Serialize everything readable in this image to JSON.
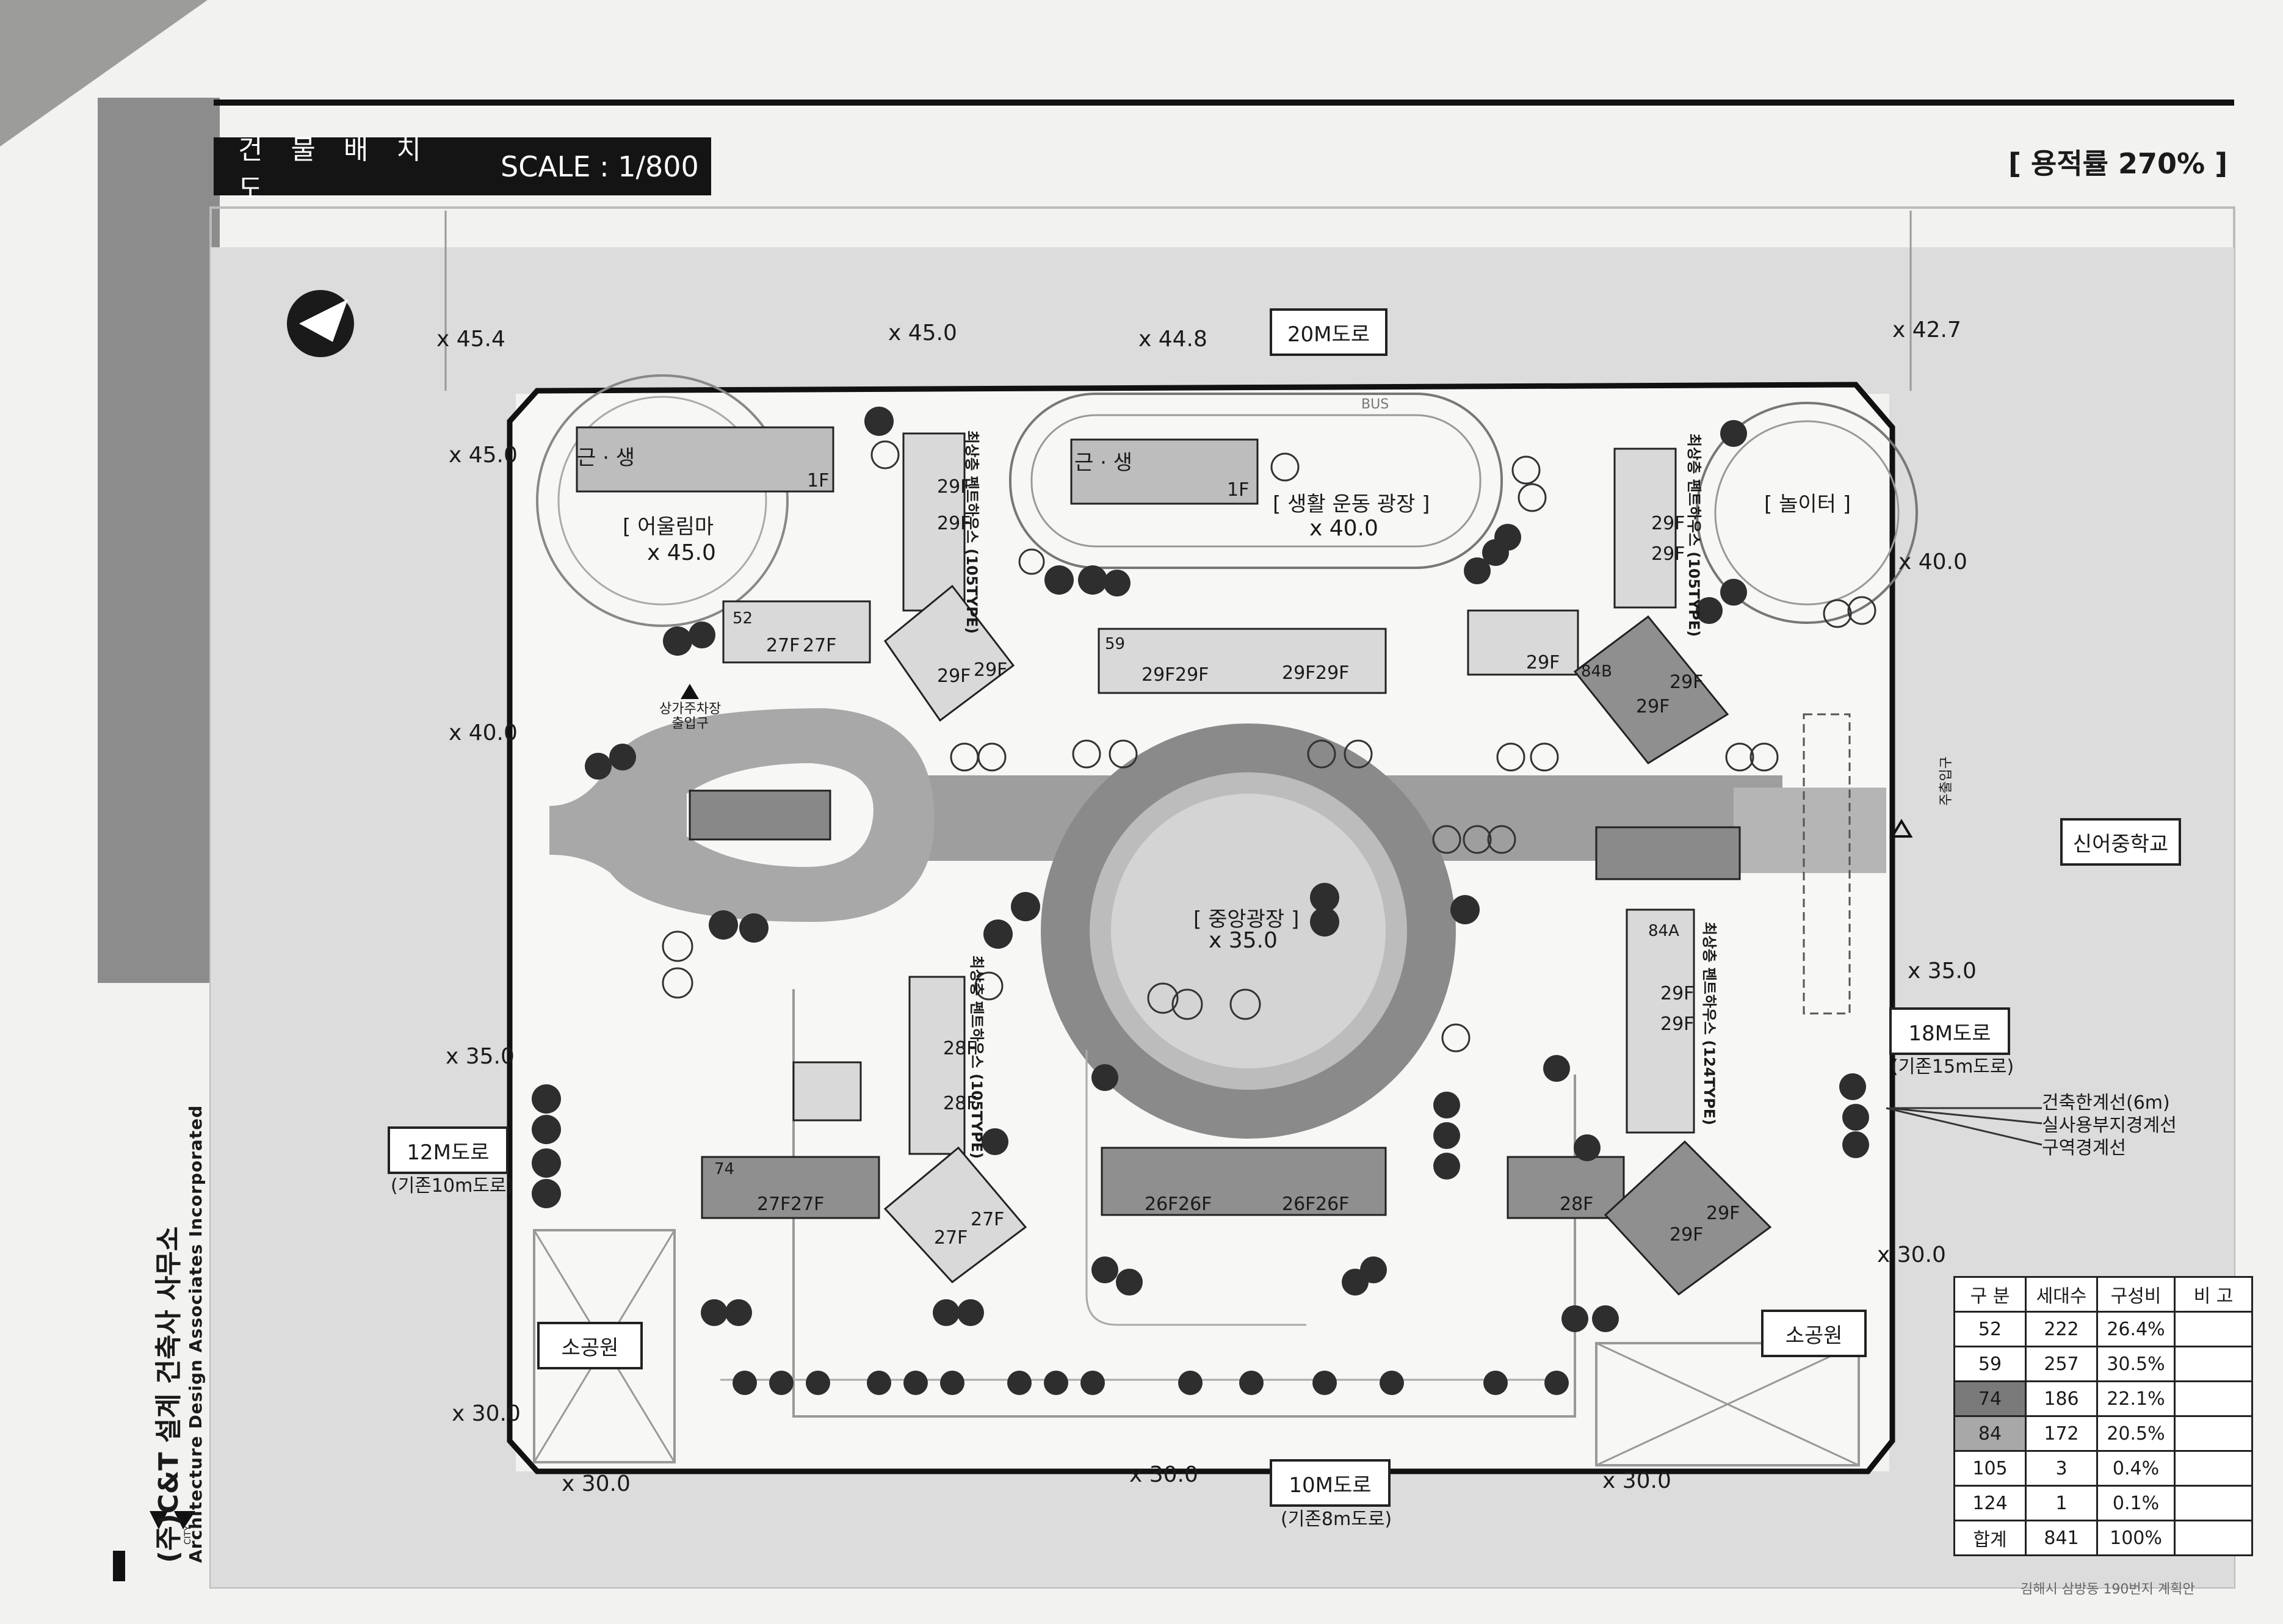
{
  "title": {
    "label": "건 물 배 치 도",
    "scale": "SCALE : 1/800"
  },
  "floor_area_ratio": "[ 용적률 270% ]",
  "company": {
    "name": "(주)C&T 설계 건축사 사무소",
    "english": "Architecture Design Associates Incorporated",
    "logo_text": "CITY"
  },
  "roads": {
    "north": {
      "label": "20M도로"
    },
    "east": {
      "label": "18M도로",
      "sub": "(기존15m도로)"
    },
    "west": {
      "label": "12M도로",
      "sub": "(기존10m도로)"
    },
    "south": {
      "label": "10M도로",
      "sub": "(기존8m도로)"
    }
  },
  "neighbors": {
    "school": "신어중학교"
  },
  "places": {
    "commercial1": "근 · 생",
    "commercial1_floor": "1F",
    "commercial2": "근 · 생",
    "commercial2_floor": "1F",
    "meeting": "[ 어울림마",
    "sports": "[ 생활 운동 광장 ]",
    "playground": "[ 놀이터 ]",
    "plaza": "[ 중앙광장 ]",
    "park_w": "소공원",
    "park_e": "소공원",
    "parking_entry": "상가주차장\n출입구",
    "main_entry": "주출입구",
    "bus": "BUS"
  },
  "elevations": {
    "n1": "x 45.4",
    "n2": "x 45.0",
    "n3": "x 44.8",
    "n4": "x 42.7",
    "w1": "x 45.0",
    "w2": "x 40.0",
    "w3": "x 35.0",
    "w4": "x 30.0",
    "e1": "x 40.0",
    "e2": "x 35.0",
    "e3": "x 30.0",
    "s1": "x 30.0",
    "s2": "x 30.0",
    "s3": "x 30.0",
    "meeting": "x 45.0",
    "sports": "x 40.0",
    "plaza": "x 35.0"
  },
  "buildings": {
    "nw_tower": "최상층 펜트하우스 (105TYPE)",
    "ne_tower": "최상층 펜트하우스 (105TYPE)",
    "sw_tower": "최상층 펜트하우스 (105TYPE)",
    "se_tower": "최상층 펜트하우스 (124TYPE)",
    "floors": {
      "nw_a": "27F",
      "nw_b": "27F",
      "nw_c": "29F",
      "nw_d": "29F",
      "nw_e": "29F",
      "nw_f": "29F",
      "n_a": "29F",
      "n_b": "29F",
      "n_c": "29F",
      "n_d": "29F",
      "ne_a": "29F",
      "ne_b": "29F",
      "ne_c": "29F",
      "ne_d": "29F",
      "ne_e": "29F",
      "sw_a": "27F",
      "sw_b": "27F",
      "sw_c": "28F",
      "sw_d": "28F",
      "sw_e": "27F",
      "sw_f": "27F",
      "s_a": "26F",
      "s_b": "26F",
      "s_c": "26F",
      "s_d": "26F",
      "se_a": "28F",
      "se_b": "29F",
      "se_c": "29F",
      "se_d": "29F",
      "se_e": "29F"
    },
    "units": {
      "u52": "52",
      "u59": "59",
      "u74": "74",
      "u84a": "84A",
      "u84b": "84B"
    }
  },
  "legend": {
    "line1": "건축한계선(6m)",
    "line2": "실사용부지경계선",
    "line3": "구역경계선"
  },
  "stats": {
    "headers": [
      "구 분",
      "세대수",
      "구성비",
      "비 고"
    ],
    "rows": [
      [
        "52",
        "222",
        "26.4%",
        ""
      ],
      [
        "59",
        "257",
        "30.5%",
        ""
      ],
      [
        "74",
        "186",
        "22.1%",
        ""
      ],
      [
        "84",
        "172",
        "20.5%",
        ""
      ],
      [
        "105",
        "3",
        "0.4%",
        ""
      ],
      [
        "124",
        "1",
        "0.1%",
        ""
      ],
      [
        "합계",
        "841",
        "100%",
        ""
      ]
    ]
  },
  "footer_note": "김해시 삼방동 190번지 계획안"
}
